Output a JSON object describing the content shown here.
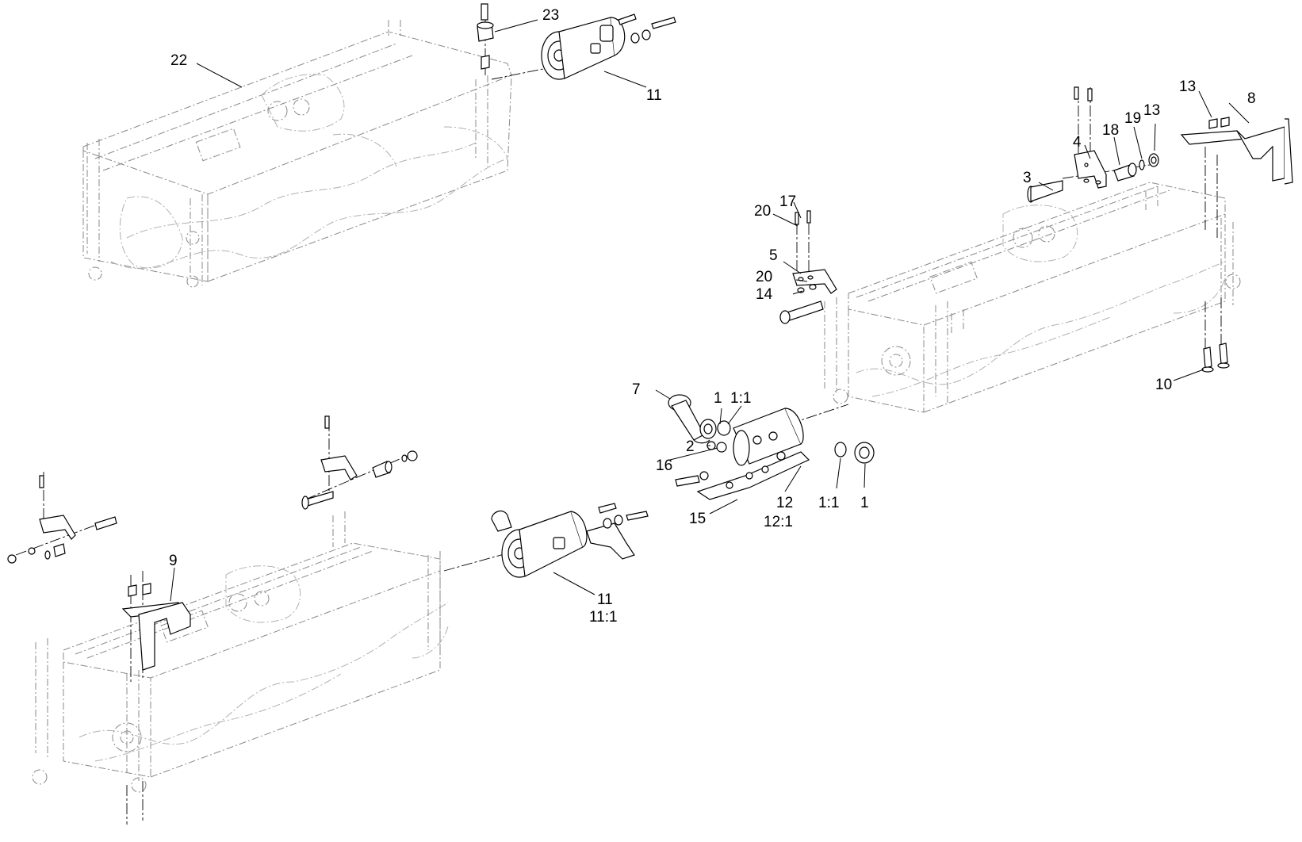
{
  "diagram": {
    "kind": "exploded-parts-view",
    "callouts": {
      "c1a": "1",
      "c1b": "1:1",
      "c1c": "1:1",
      "c1d": "1",
      "c2": "2",
      "c3": "3",
      "c4": "4",
      "c5": "5",
      "c7": "7",
      "c8": "8",
      "c9": "9",
      "c10": "10",
      "c11a": "11",
      "c11b": "11",
      "c11c": "11:1",
      "c12": "12",
      "c12b": "12:1",
      "c13a": "13",
      "c13b": "13",
      "c14": "14",
      "c15": "15",
      "c16": "16",
      "c17": "17",
      "c18": "18",
      "c19": "19",
      "c20a": "20",
      "c20b": "20",
      "c22": "22",
      "c23": "23"
    }
  }
}
